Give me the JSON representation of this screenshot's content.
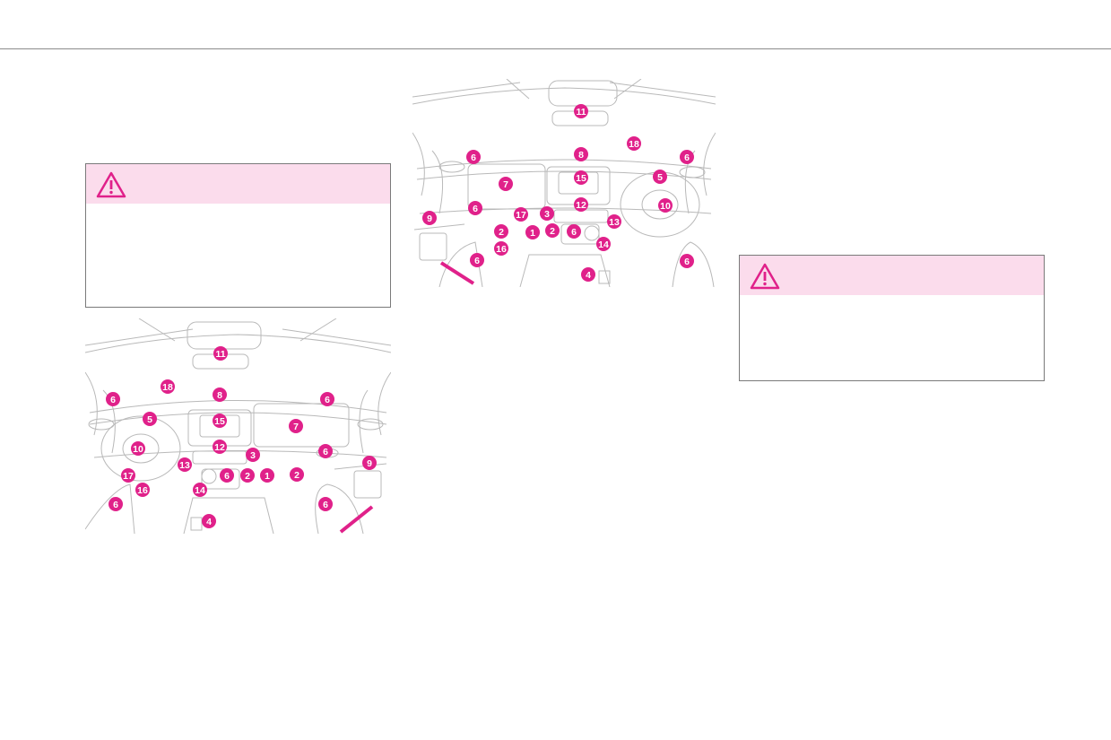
{
  "page": {
    "accent_color": "#e0218a",
    "warning_header_color": "#fbdcec"
  },
  "warnings": [
    {
      "icon": "warning-triangle-icon",
      "text": ""
    },
    {
      "icon": "warning-triangle-icon",
      "text": ""
    }
  ],
  "diagram_lhd": {
    "callouts": [
      "11",
      "18",
      "8",
      "6",
      "6",
      "5",
      "15",
      "7",
      "10",
      "12",
      "3",
      "6",
      "13",
      "17",
      "9",
      "6",
      "2",
      "1",
      "2",
      "16",
      "14",
      "6",
      "6",
      "4"
    ]
  },
  "diagram_rhd": {
    "callouts": [
      "11",
      "8",
      "18",
      "6",
      "6",
      "7",
      "15",
      "5",
      "10",
      "12",
      "6",
      "17",
      "3",
      "9",
      "2",
      "2",
      "6",
      "13",
      "1",
      "16",
      "14",
      "6",
      "4",
      "6"
    ]
  }
}
